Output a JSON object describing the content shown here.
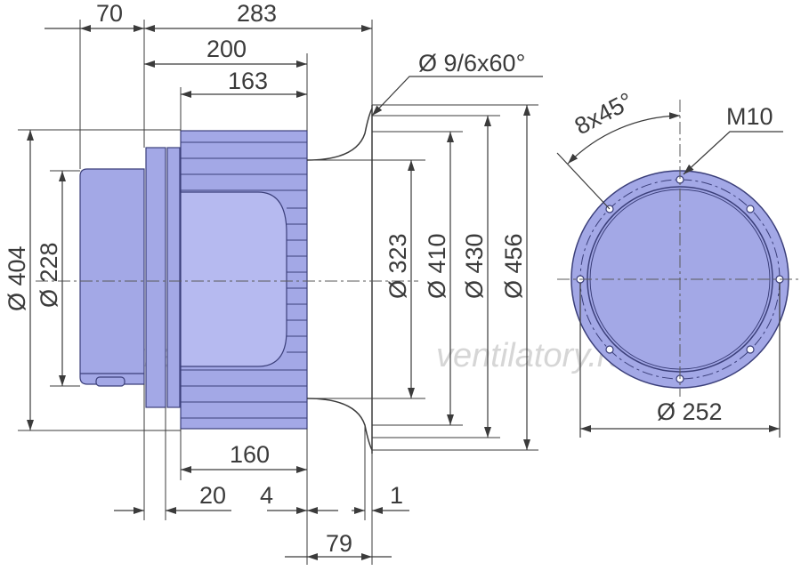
{
  "watermark": "ventilatory.ru",
  "colors": {
    "body_fill": "#a3a8e6",
    "body_stroke": "#3b3f7a",
    "line": "#3b3b3b",
    "center_line": "#5a5a5a",
    "watermark": "#d6d6d6"
  },
  "dimensions": {
    "d70": "70",
    "d283": "283",
    "d200": "200",
    "d163": "163",
    "d160": "160",
    "d20": "20",
    "d4": "4",
    "d1": "1",
    "d79": "79",
    "hole": "Ø 9/6x60°",
    "d404": "Ø 404",
    "d228": "Ø 228",
    "d323": "Ø 323",
    "d410": "Ø 410",
    "d430": "Ø 430",
    "d456": "Ø 456",
    "d252": "Ø 252",
    "angle": "8x45°",
    "thread": "M10"
  }
}
